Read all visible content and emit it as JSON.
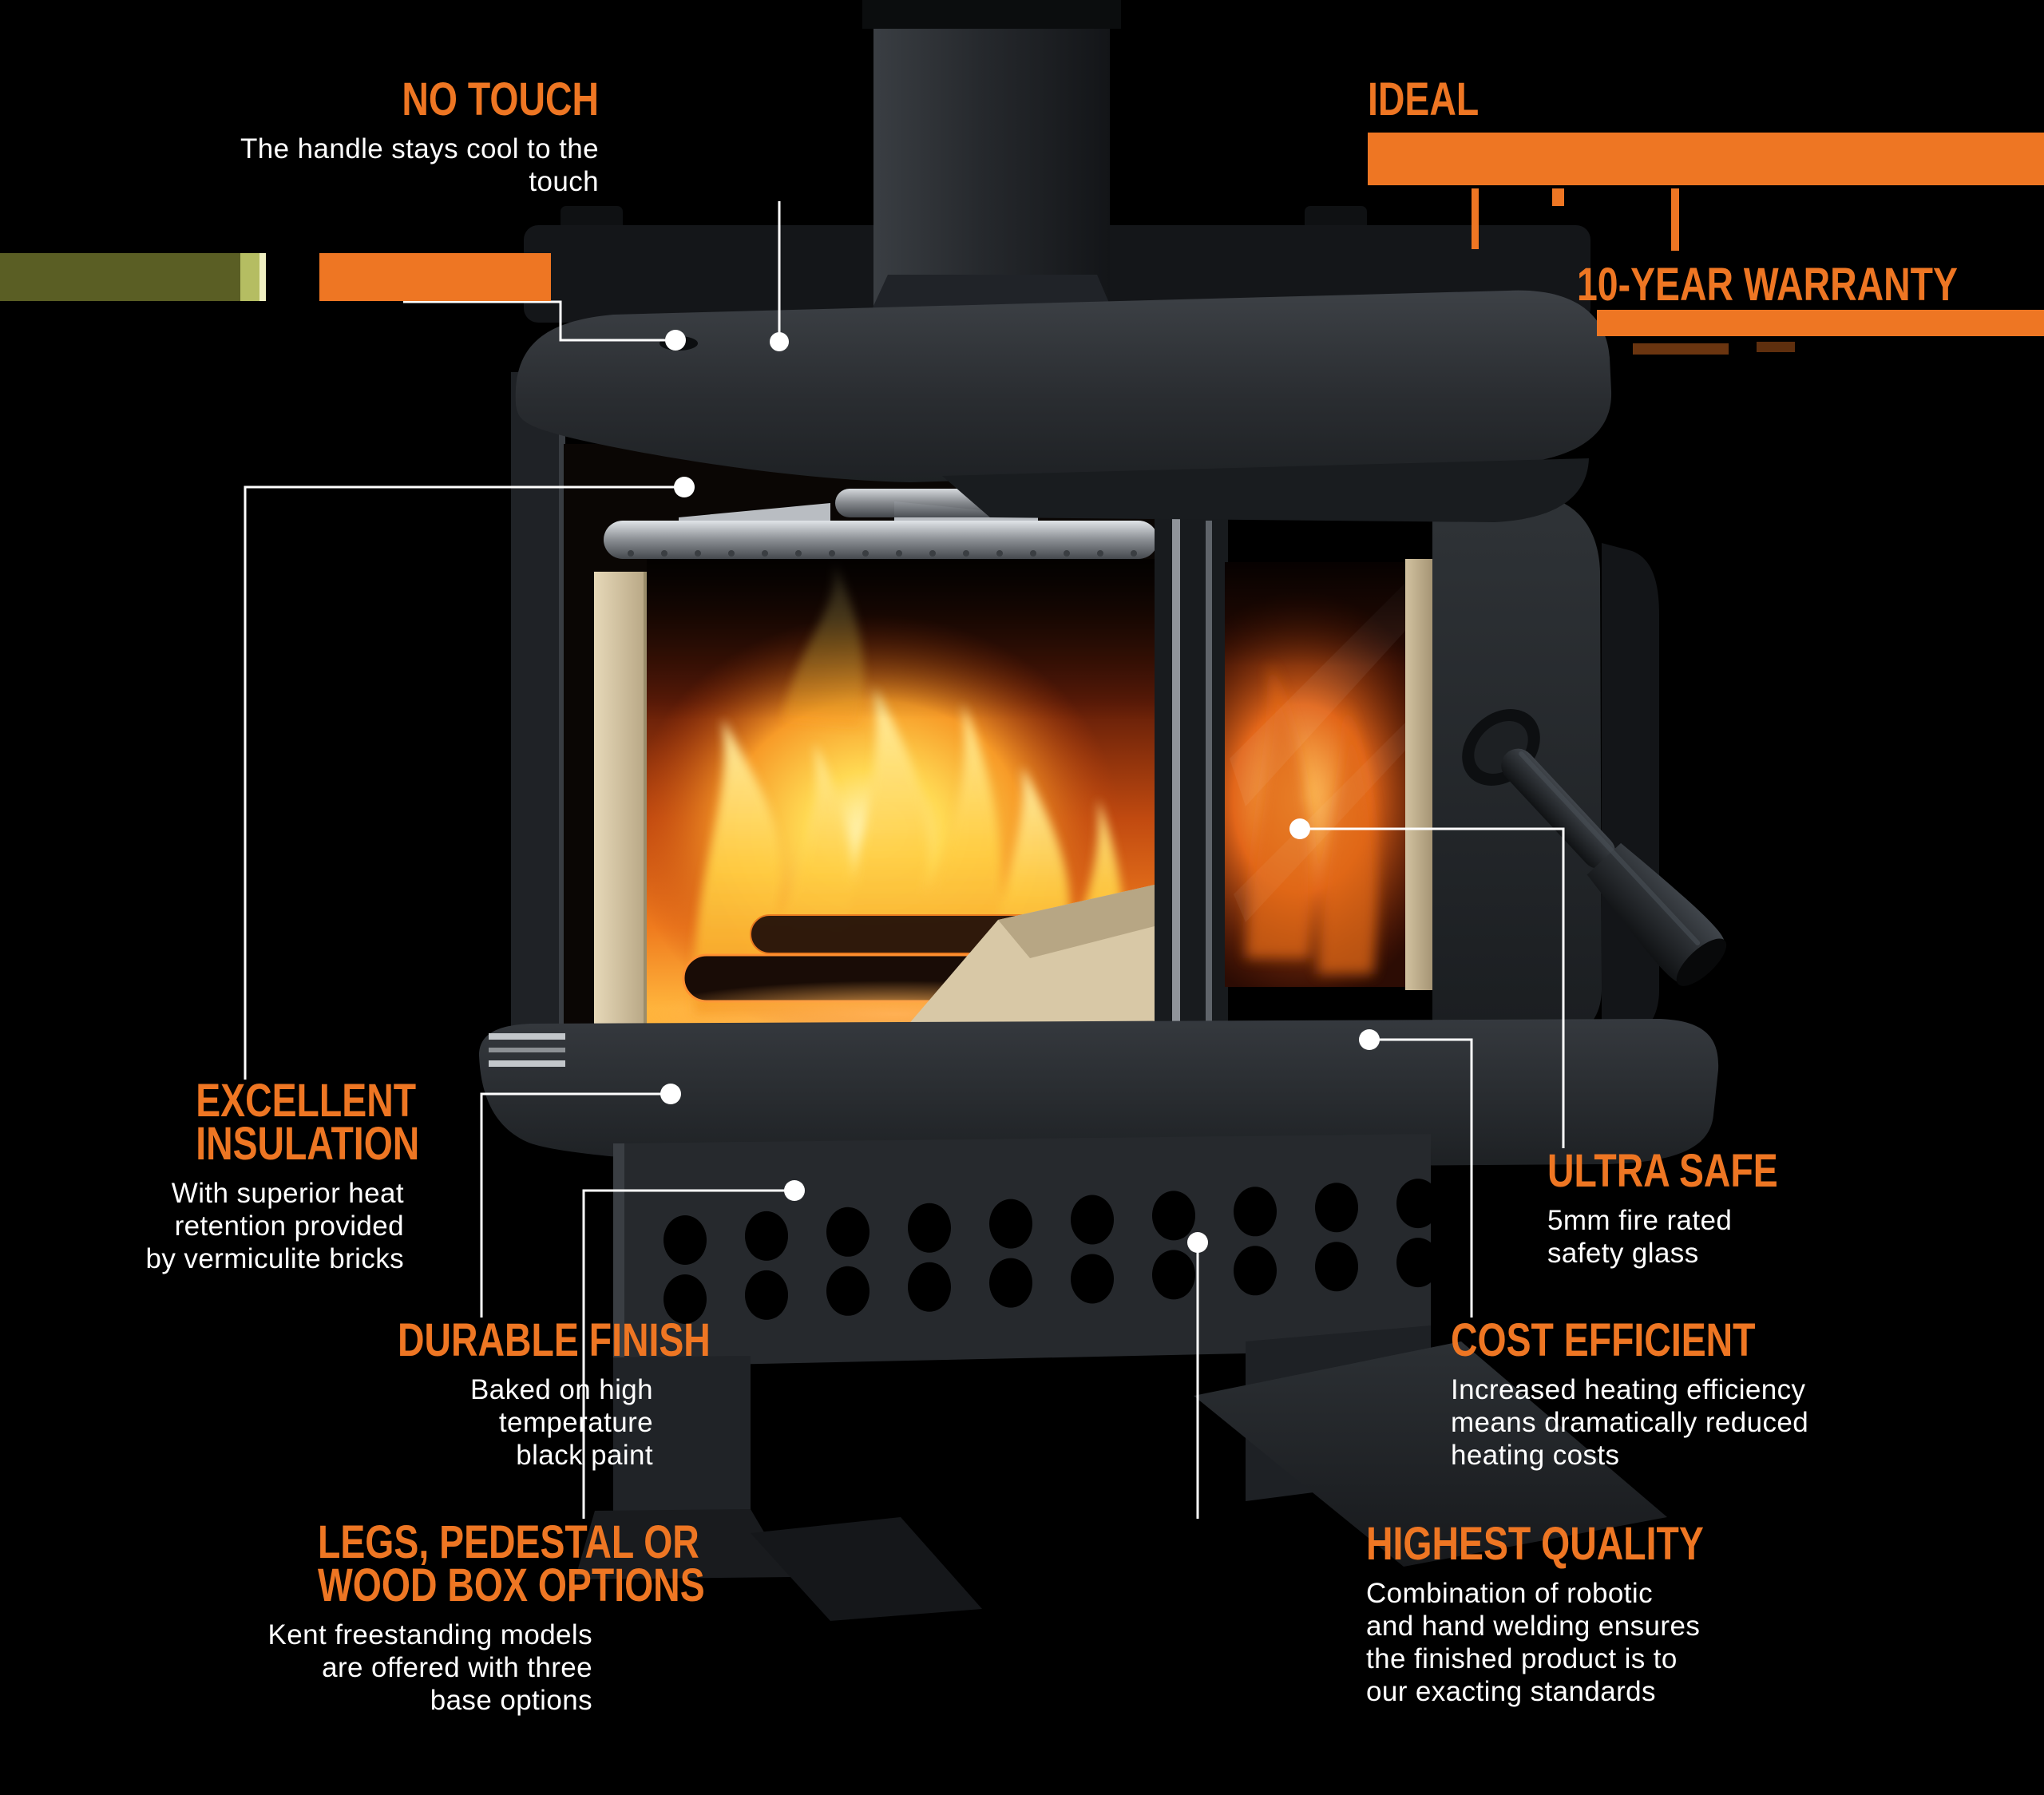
{
  "colors": {
    "bg": "#000000",
    "accent": "#ee7623",
    "text": "#ffffff",
    "olive": "#5a5e24",
    "leaf": "#b5bd62",
    "pale": "#f0f0c2"
  },
  "callouts": {
    "no_touch": {
      "heading": "NO TOUCH",
      "body": "The handle stays cool to the touch"
    },
    "ideal": {
      "heading": "IDEAL"
    },
    "warranty": {
      "heading": "10-YEAR WARRANTY"
    },
    "insulation": {
      "heading_line1": "EXCELLENT",
      "heading_line2": "INSULATION",
      "body_lines": [
        "With superior heat",
        "retention provided",
        "by vermiculite bricks"
      ]
    },
    "durable": {
      "heading": "DURABLE FINISH",
      "body_lines": [
        "Baked on high",
        "temperature",
        "black paint"
      ]
    },
    "base_options": {
      "heading_line1": "LEGS, PEDESTAL OR",
      "heading_line2": "WOOD BOX OPTIONS",
      "body_lines": [
        "Kent freestanding models",
        "are offered with three",
        "base options"
      ]
    },
    "ultra_safe": {
      "heading": "ULTRA SAFE",
      "body_lines": [
        "5mm fire rated",
        "safety glass"
      ]
    },
    "cost_efficient": {
      "heading": "COST EFFICIENT",
      "body_lines": [
        "Increased heating efficiency",
        "means dramatically reduced",
        "heating costs"
      ]
    },
    "highest_quality": {
      "heading": "HIGHEST QUALITY",
      "body_lines": [
        "Combination of robotic",
        "and hand welding ensures",
        "the finished product is to",
        "our exacting standards"
      ]
    }
  }
}
